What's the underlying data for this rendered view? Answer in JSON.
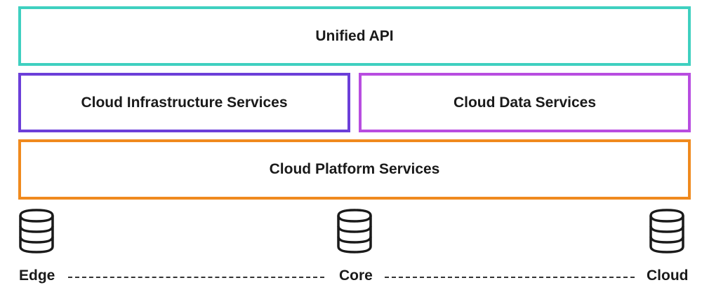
{
  "layers": {
    "unified_api": "Unified API",
    "cloud_infrastructure": "Cloud Infrastructure Services",
    "cloud_data": "Cloud Data Services",
    "cloud_platform": "Cloud Platform Services"
  },
  "locations": {
    "edge": "Edge",
    "core": "Core",
    "cloud": "Cloud"
  },
  "icons": {
    "storage": "database-icon"
  },
  "colors": {
    "unified_api_border": "#3fd0c0",
    "infrastructure_border": "#6c3fd9",
    "data_border": "#b84de0",
    "platform_border": "#f08a1e"
  }
}
